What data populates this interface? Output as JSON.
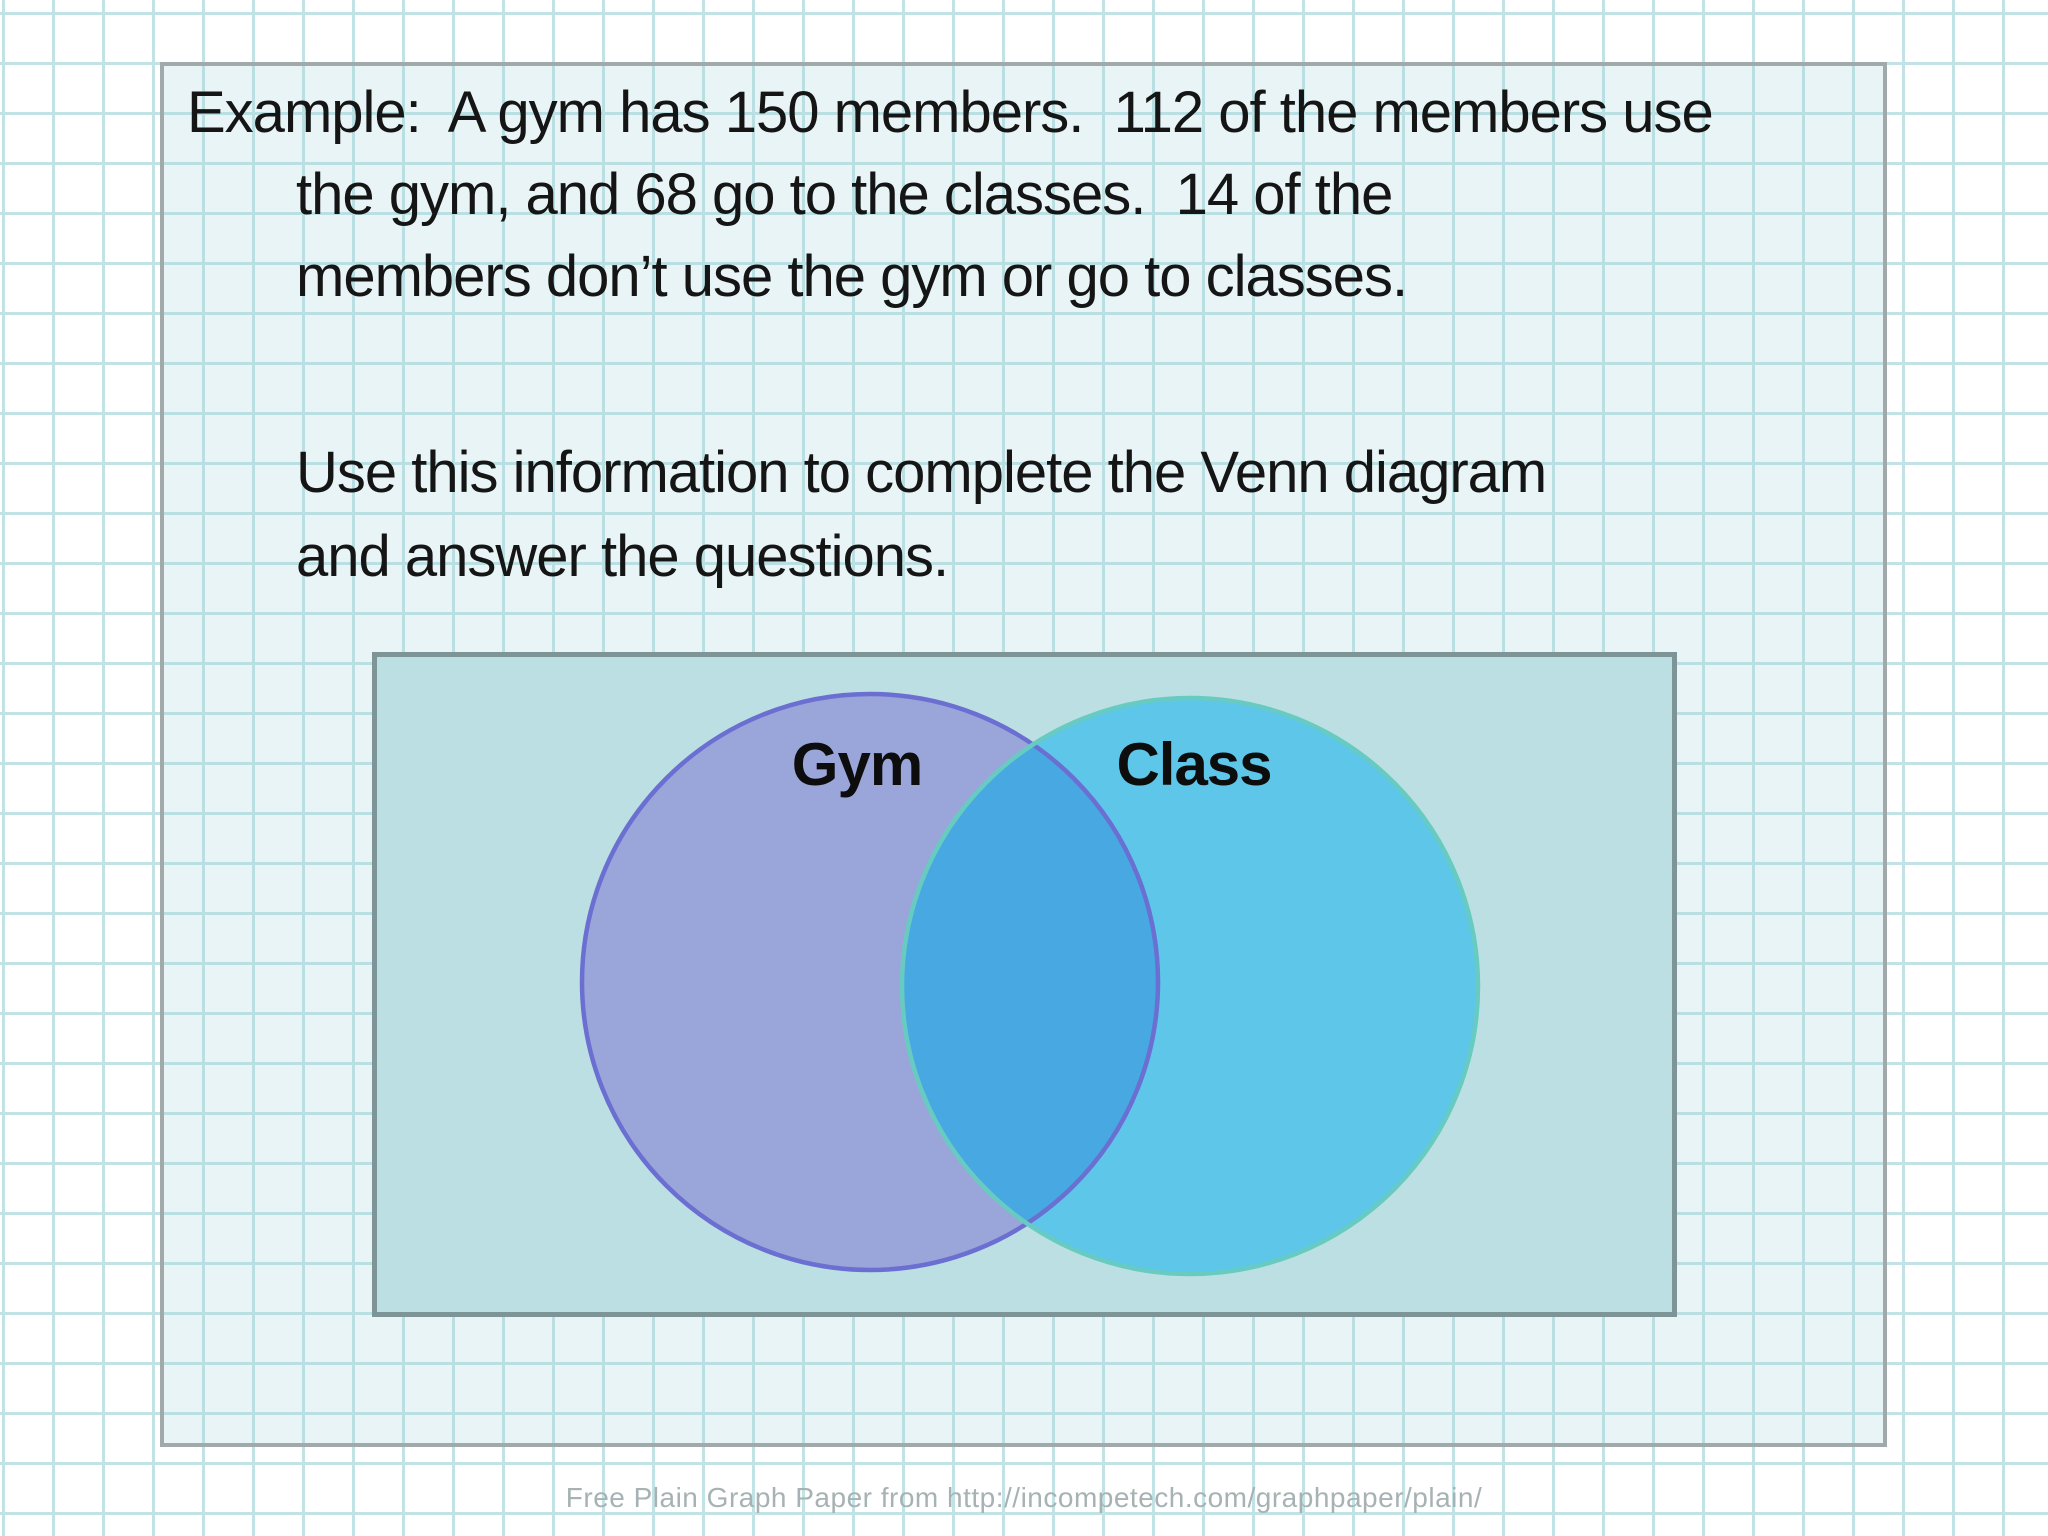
{
  "slide": {
    "example_text": {
      "line1": "Example:  A gym has 150 members.  112 of the members use",
      "line2": "the gym, and 68 go to the classes.  14 of the",
      "line3": "members don’t use the gym or go to classes."
    },
    "instruction_text": {
      "line1": "Use this information to complete the Venn diagram",
      "line2": "and answer the questions."
    },
    "venn": {
      "left_label": "Gym",
      "right_label": "Class",
      "colors": {
        "box_fill": "#bcdfe3",
        "box_border": "#7e9598",
        "gym_fill": "#9aa5da",
        "gym_border": "#6a6fd1",
        "class_fill": "#5dc6e9",
        "class_border": "#68cbc2",
        "overlap_fill": "#47a8e2"
      }
    }
  },
  "footer": {
    "credit": "Free Plain Graph Paper from http://incompetech.com/graphpaper/plain/"
  }
}
